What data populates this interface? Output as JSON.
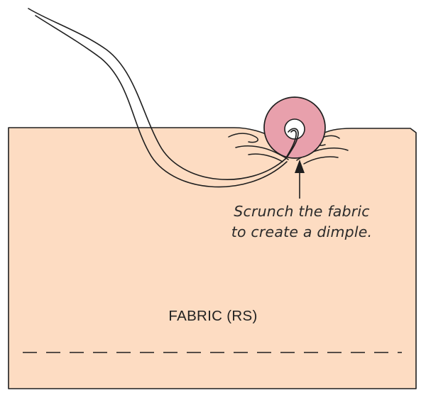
{
  "diagram": {
    "annotation": {
      "line1": "Scrunch the fabric",
      "line2": "to create a dimple."
    },
    "fabric_label": "FABRIC (RS)"
  },
  "colors": {
    "fabric_fill": "#fddcc2",
    "outline": "#1f1f1f",
    "button_fill": "#e8a0ac",
    "button_hole": "#ffffff",
    "text": "#222222"
  },
  "icons": {
    "button": "button-icon",
    "needle_thread": "thread-icon",
    "pointer_arrow": "arrow-up-icon"
  }
}
